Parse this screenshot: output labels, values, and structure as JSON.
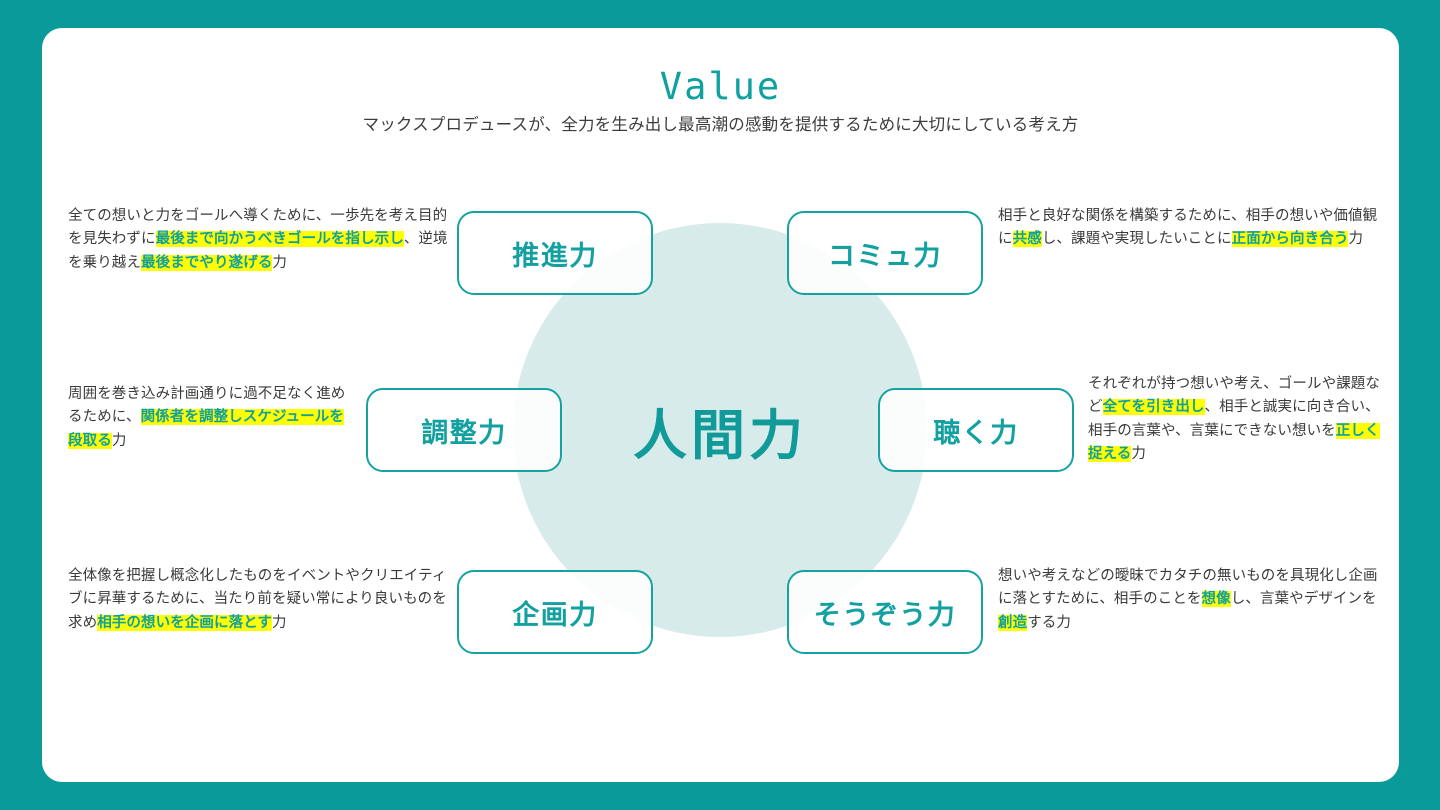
{
  "page": {
    "background_color": "#0A9A9A",
    "card_color": "#FFFFFF",
    "accent_color": "#12A0A0",
    "highlight_color": "#FFFF00",
    "circle_color": "#D7ECEA"
  },
  "header": {
    "title": "Value",
    "subtitle": "マックスプロデュースが、全力を生み出し最高潮の感動を提供するために大切にしている考え方"
  },
  "core": {
    "label": "人間力"
  },
  "pills": [
    {
      "id": "suishinryoku",
      "label": "推進力"
    },
    {
      "id": "komyuryoku",
      "label": "コミュ力"
    },
    {
      "id": "chouseiryoku",
      "label": "調整力"
    },
    {
      "id": "kikuchikara",
      "label": "聴く力"
    },
    {
      "id": "kikakuryoku",
      "label": "企画力"
    },
    {
      "id": "souzouryoku",
      "label": "そうぞう力"
    }
  ],
  "descriptions": {
    "suishinryoku": {
      "segments": [
        {
          "text": "全ての想いと力をゴールへ導くために、一歩先を考え目的を見失わずに",
          "highlight": false
        },
        {
          "text": "最後まで向かうべきゴールを指し示し",
          "highlight": true
        },
        {
          "text": "、逆境を乗り越え",
          "highlight": false
        },
        {
          "text": "最後までやり遂げる",
          "highlight": true
        },
        {
          "text": "力",
          "highlight": false
        }
      ]
    },
    "komyuryoku": {
      "segments": [
        {
          "text": "相手と良好な関係を構築するために、相手の想いや価値観に",
          "highlight": false
        },
        {
          "text": "共感",
          "highlight": true
        },
        {
          "text": "し、課題や実現したいことに",
          "highlight": false
        },
        {
          "text": "正面から向き合う",
          "highlight": true
        },
        {
          "text": "力",
          "highlight": false
        }
      ]
    },
    "chouseiryoku": {
      "segments": [
        {
          "text": "周囲を巻き込み計画通りに過不足なく進めるために、",
          "highlight": false
        },
        {
          "text": "関係者を調整しスケジュールを段取る",
          "highlight": true
        },
        {
          "text": "力",
          "highlight": false
        }
      ]
    },
    "kikuchikara": {
      "segments": [
        {
          "text": "それぞれが持つ想いや考え、ゴールや課題など",
          "highlight": false
        },
        {
          "text": "全てを引き出し",
          "highlight": true
        },
        {
          "text": "、相手と誠実に向き合い、相手の言葉や、言葉にできない想いを",
          "highlight": false
        },
        {
          "text": "正しく捉える",
          "highlight": true
        },
        {
          "text": "力",
          "highlight": false
        }
      ]
    },
    "kikakuryoku": {
      "segments": [
        {
          "text": "全体像を把握し概念化したものをイベントやクリエイティブに昇華するために、当たり前を疑い常により良いものを求め",
          "highlight": false
        },
        {
          "text": "相手の想いを企画に落とす",
          "highlight": true
        },
        {
          "text": "力",
          "highlight": false
        }
      ]
    },
    "souzouryoku": {
      "segments": [
        {
          "text": "想いや考えなどの曖昧でカタチの無いものを具現化し企画に落とすために、相手のことを",
          "highlight": false
        },
        {
          "text": "想像",
          "highlight": true
        },
        {
          "text": "し、言葉やデザインを",
          "highlight": false
        },
        {
          "text": "創造",
          "highlight": true
        },
        {
          "text": "する力",
          "highlight": false
        }
      ]
    }
  }
}
